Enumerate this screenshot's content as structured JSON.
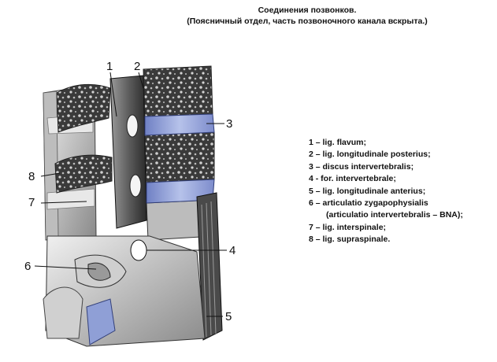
{
  "title": {
    "line1": "Соединения позвонков.",
    "line2": "(Поясничный отдел, часть позвоночного канала вскрыта.)"
  },
  "callouts": [
    "1",
    "2",
    "3",
    "8",
    "7",
    "4",
    "6",
    "5"
  ],
  "legend": [
    "1 – lig. flavum;",
    "2 – lig. longitudinale posterius;",
    "3 – discus intervertebralis;",
    "4 - for. intervertebrale;",
    "5 – lig. longitudinale anterius;",
    "6 – articulatio zygapophysialis",
    "(articulatio intervertebralis – BNA);",
    "7 – lig. interspinale;",
    "8 – lig. supraspinale."
  ],
  "colors": {
    "bone": "#d9d9d9",
    "bone_shadow": "#6a6a6a",
    "marrow": "#2e2e2e",
    "disc": "#8f9fd6",
    "ligament_dark": "#1c1c1c"
  }
}
